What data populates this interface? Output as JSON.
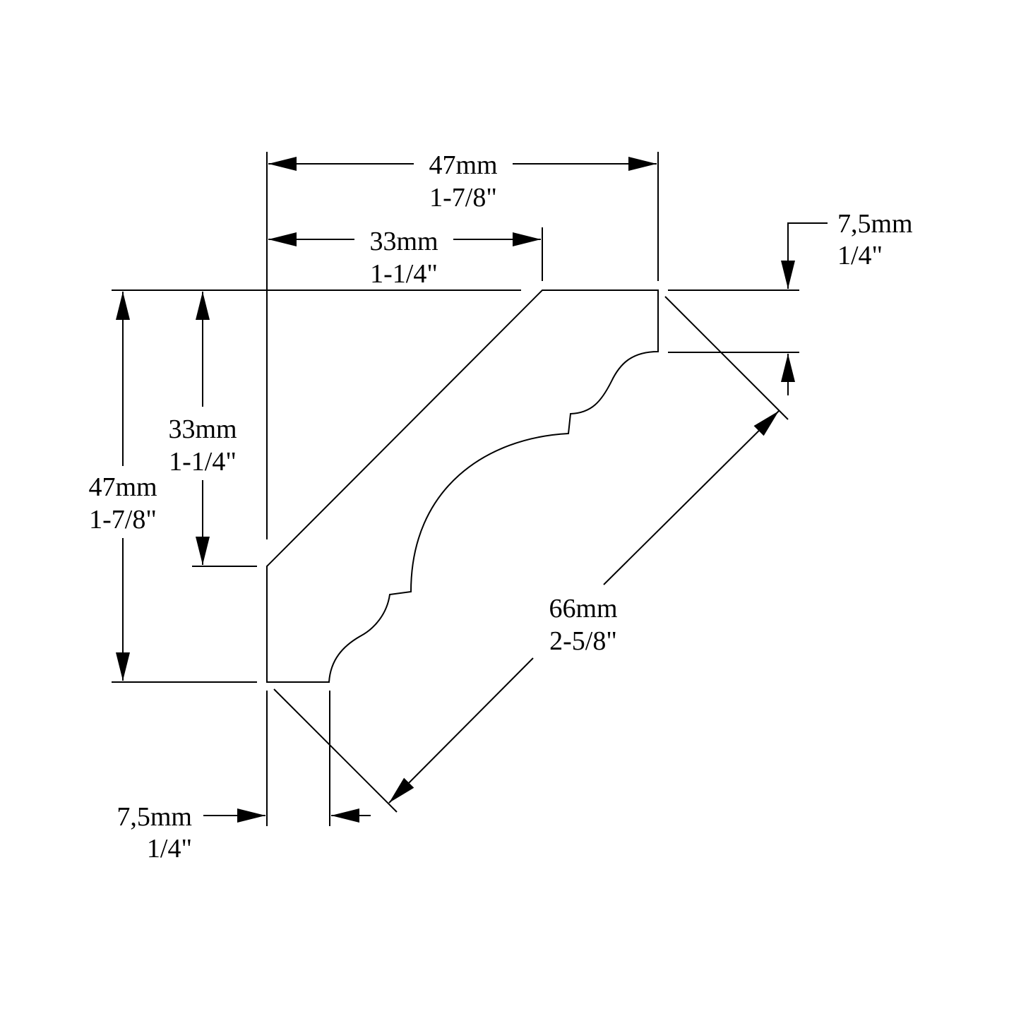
{
  "dimensions": {
    "top_overall_width": {
      "metric": "47mm",
      "imperial": "1-7/8\""
    },
    "top_inner_width": {
      "metric": "33mm",
      "imperial": "1-1/4\""
    },
    "left_overall_height": {
      "metric": "47mm",
      "imperial": "1-7/8\""
    },
    "left_inner_height": {
      "metric": "33mm",
      "imperial": "1-1/4\""
    },
    "right_top_edge": {
      "metric": "7,5mm",
      "imperial": "1/4\""
    },
    "bottom_left_edge": {
      "metric": "7,5mm",
      "imperial": "1/4\""
    },
    "diagonal_depth": {
      "metric": "66mm",
      "imperial": "2-5/8\""
    }
  },
  "colors": {
    "line": "#000000",
    "background": "#ffffff"
  }
}
